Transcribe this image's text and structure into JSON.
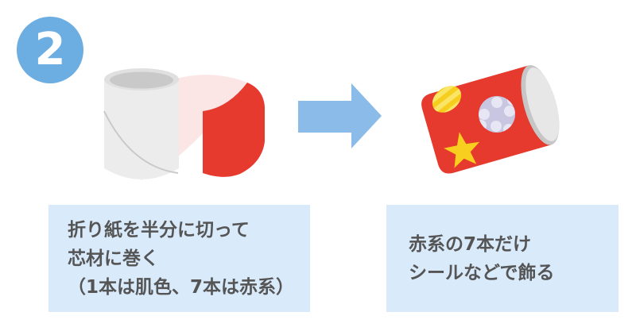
{
  "badge": {
    "number": "2"
  },
  "arrow": {
    "direction": "right"
  },
  "boxes": [
    {
      "lines": [
        "折り紙を半分に切って",
        "芯材に巻く",
        "（1本は肌色、7本は赤系）"
      ]
    },
    {
      "lines": [
        "赤系の7本だけ",
        "シールなどで飾る"
      ]
    }
  ],
  "colors": {
    "badge_blue": "#6cade2",
    "arrow_blue": "#8bbce9",
    "box_blue": "#d9eafb",
    "text_gray": "#555555",
    "red": "#e63a2e",
    "pink": "#fbe6e5",
    "tube_body_gray": "#ececec",
    "tube_rim_gray": "#e0e0e0",
    "tube_hole_gray": "#c9c9c9",
    "tube_seam_gray": "#c9c9c9",
    "open_end_light": "#e7e7e7",
    "open_end_shadow": "#c6c6c6",
    "sticker_yellow": "#f6ce1d",
    "sticker_yellow_light": "#fbe566",
    "sticker_star_yellow": "#f8cf1e",
    "sticker_polka_base": "#c8c6e1",
    "sticker_polka_dot": "#e7e6f4"
  }
}
